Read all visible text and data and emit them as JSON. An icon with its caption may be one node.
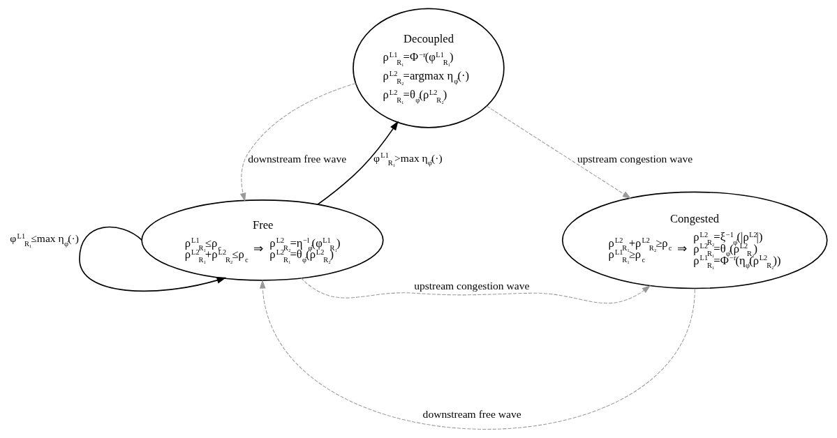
{
  "diagram": {
    "nodes": [
      {
        "text": [
          "Decoupled",
          "ρ$^{L1}$$_{R₁}$=Φ$^{−r}$(φ$^{L1}$$_{R₁}$)",
          "ρ$^{L2}$$_{R₂}$=argmax η$_{φ̂}$(·)",
          "ρ$^{L2}$$_{R₁}$=θ$_{φ̂}$(ρ$^{L2}$$_{R₂}$)"
        ]
      },
      {
        "text": [
          "Free",
          "ρ$^{L1}$$_{R₁}$≤ρ$_{c}$",
          "ρ$^{L2}$$_{R₁}$+ρ$^{L2}$$_{R₂}$≤ρ$_{c}$",
          "⇒",
          "ρ$^{L2}$$_{R₂}$=η$^{−l}$$_{φ̂}$(φ$^{L1}$$_{R₁}$)",
          "ρ$^{L2}$$_{R₁}$=θ$_{φ̂}$(ρ$^{L2}$$_{R₂}$)"
        ]
      },
      {
        "text": [
          "Congested",
          "ρ$^{L2}$$_{R₁}$+ρ$^{L2}$$_{R₂}$≥ρ$_{c}$",
          "ρ$^{L1}$$_{R₁}$≥ρ$_{c}$",
          "⇒",
          "ρ$^{L2}$$_{R₂}$=ξ$^{−1}$$_{φ̂}$(|ρ$^{L2}$|)",
          "ρ$^{L2}$$_{R₁}$=θ$_{φ̂}$(ρ$^{L2}$$_{R₂}$)",
          "ρ$^{L1}$$_{R₁}$=Φ$^{−r}$(η$_{φ̂}$(ρ$^{L2}$$_{R₂}$))"
        ]
      }
    ],
    "edges": [
      {
        "from": 1,
        "to": 0,
        "arrow": "to",
        "label": "φ$^{L1}$$_{R₁}$>max η$_{φ̂}$(·)",
        "color": "#000000"
      },
      {
        "from": 1,
        "to": 1,
        "arrow": "to",
        "label": "φ$^{L1}$$_{R₁}$≤max η$_{φ̂}$(·)",
        "color": "#000000"
      },
      {
        "from": 0,
        "to": 1,
        "arrow": "to",
        "label": "downstream free wave",
        "style": "dashed"
      },
      {
        "from": 0,
        "to": 2,
        "arrow": "to",
        "label": "upstream congestion wave",
        "style": "dashed"
      },
      {
        "from": 2,
        "to": 1,
        "arrow": "to",
        "label": "downstream free wave",
        "style": "dashed"
      },
      {
        "from": 1,
        "to": 2,
        "arrow": "to",
        "label": "upstream congestion wave",
        "style": "dashed"
      }
    ]
  }
}
